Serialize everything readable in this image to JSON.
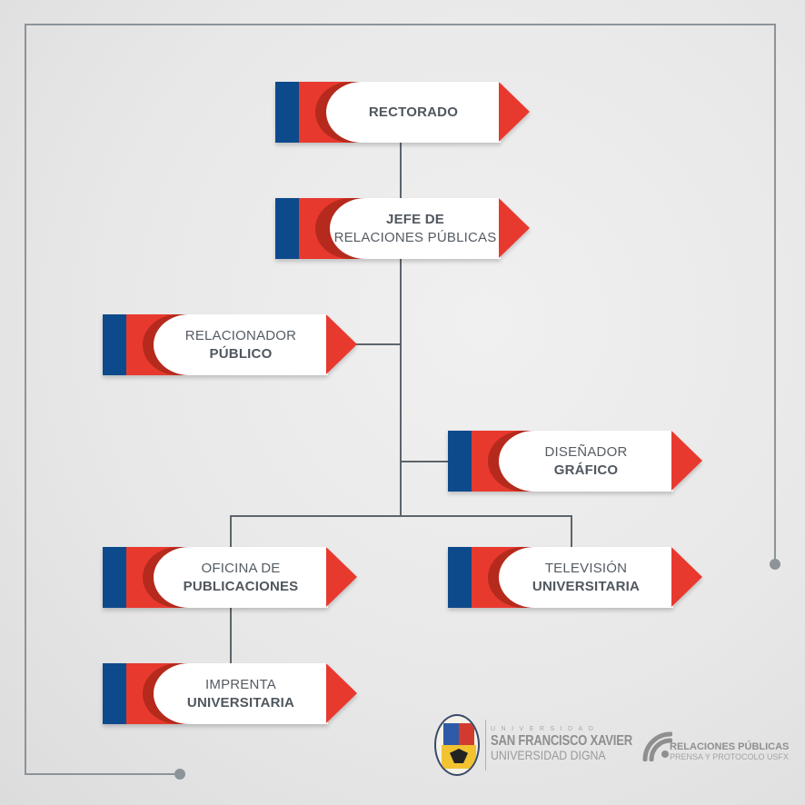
{
  "diagram": {
    "type": "org-chart",
    "colors": {
      "blue": "#0d4a8c",
      "red": "#e8392f",
      "dark_red": "#b52a1c",
      "connector": "#5d646b",
      "frame": "#8d9499",
      "text": "#50575e"
    },
    "nodes": [
      {
        "id": "rectorado",
        "line1": "",
        "line2": "RECTORADO",
        "parent": null
      },
      {
        "id": "jefe",
        "line1": "JEFE DE",
        "line2": "RELACIONES PÚBLICAS",
        "parent": "rectorado"
      },
      {
        "id": "relacionador",
        "line1": "RELACIONADOR",
        "line2": "PÚBLICO",
        "parent": "jefe"
      },
      {
        "id": "disenador",
        "line1": "DISEÑADOR",
        "line2": "GRÁFICO",
        "parent": "jefe"
      },
      {
        "id": "oficina",
        "line1": "OFICINA DE",
        "line2": "PUBLICACIONES",
        "parent": "jefe"
      },
      {
        "id": "television",
        "line1": "TELEVISIÓN",
        "line2": "UNIVERSITARIA",
        "parent": "jefe"
      },
      {
        "id": "imprenta",
        "line1": "IMPRENTA",
        "line2": "UNIVERSITARIA",
        "parent": "oficina"
      }
    ]
  },
  "footer": {
    "usfx_logo": {
      "icon": "university-seal-icon",
      "small": "UNIVERSIDAD",
      "main": "SAN FRANCISCO XAVIER",
      "sub": "UNIVERSIDAD DIGNA"
    },
    "rp_logo": {
      "icon": "broadcast-signal-icon",
      "title": "RELACIONES PÚBLICAS",
      "sub": "PRENSA Y PROTOCOLO USFX"
    }
  }
}
